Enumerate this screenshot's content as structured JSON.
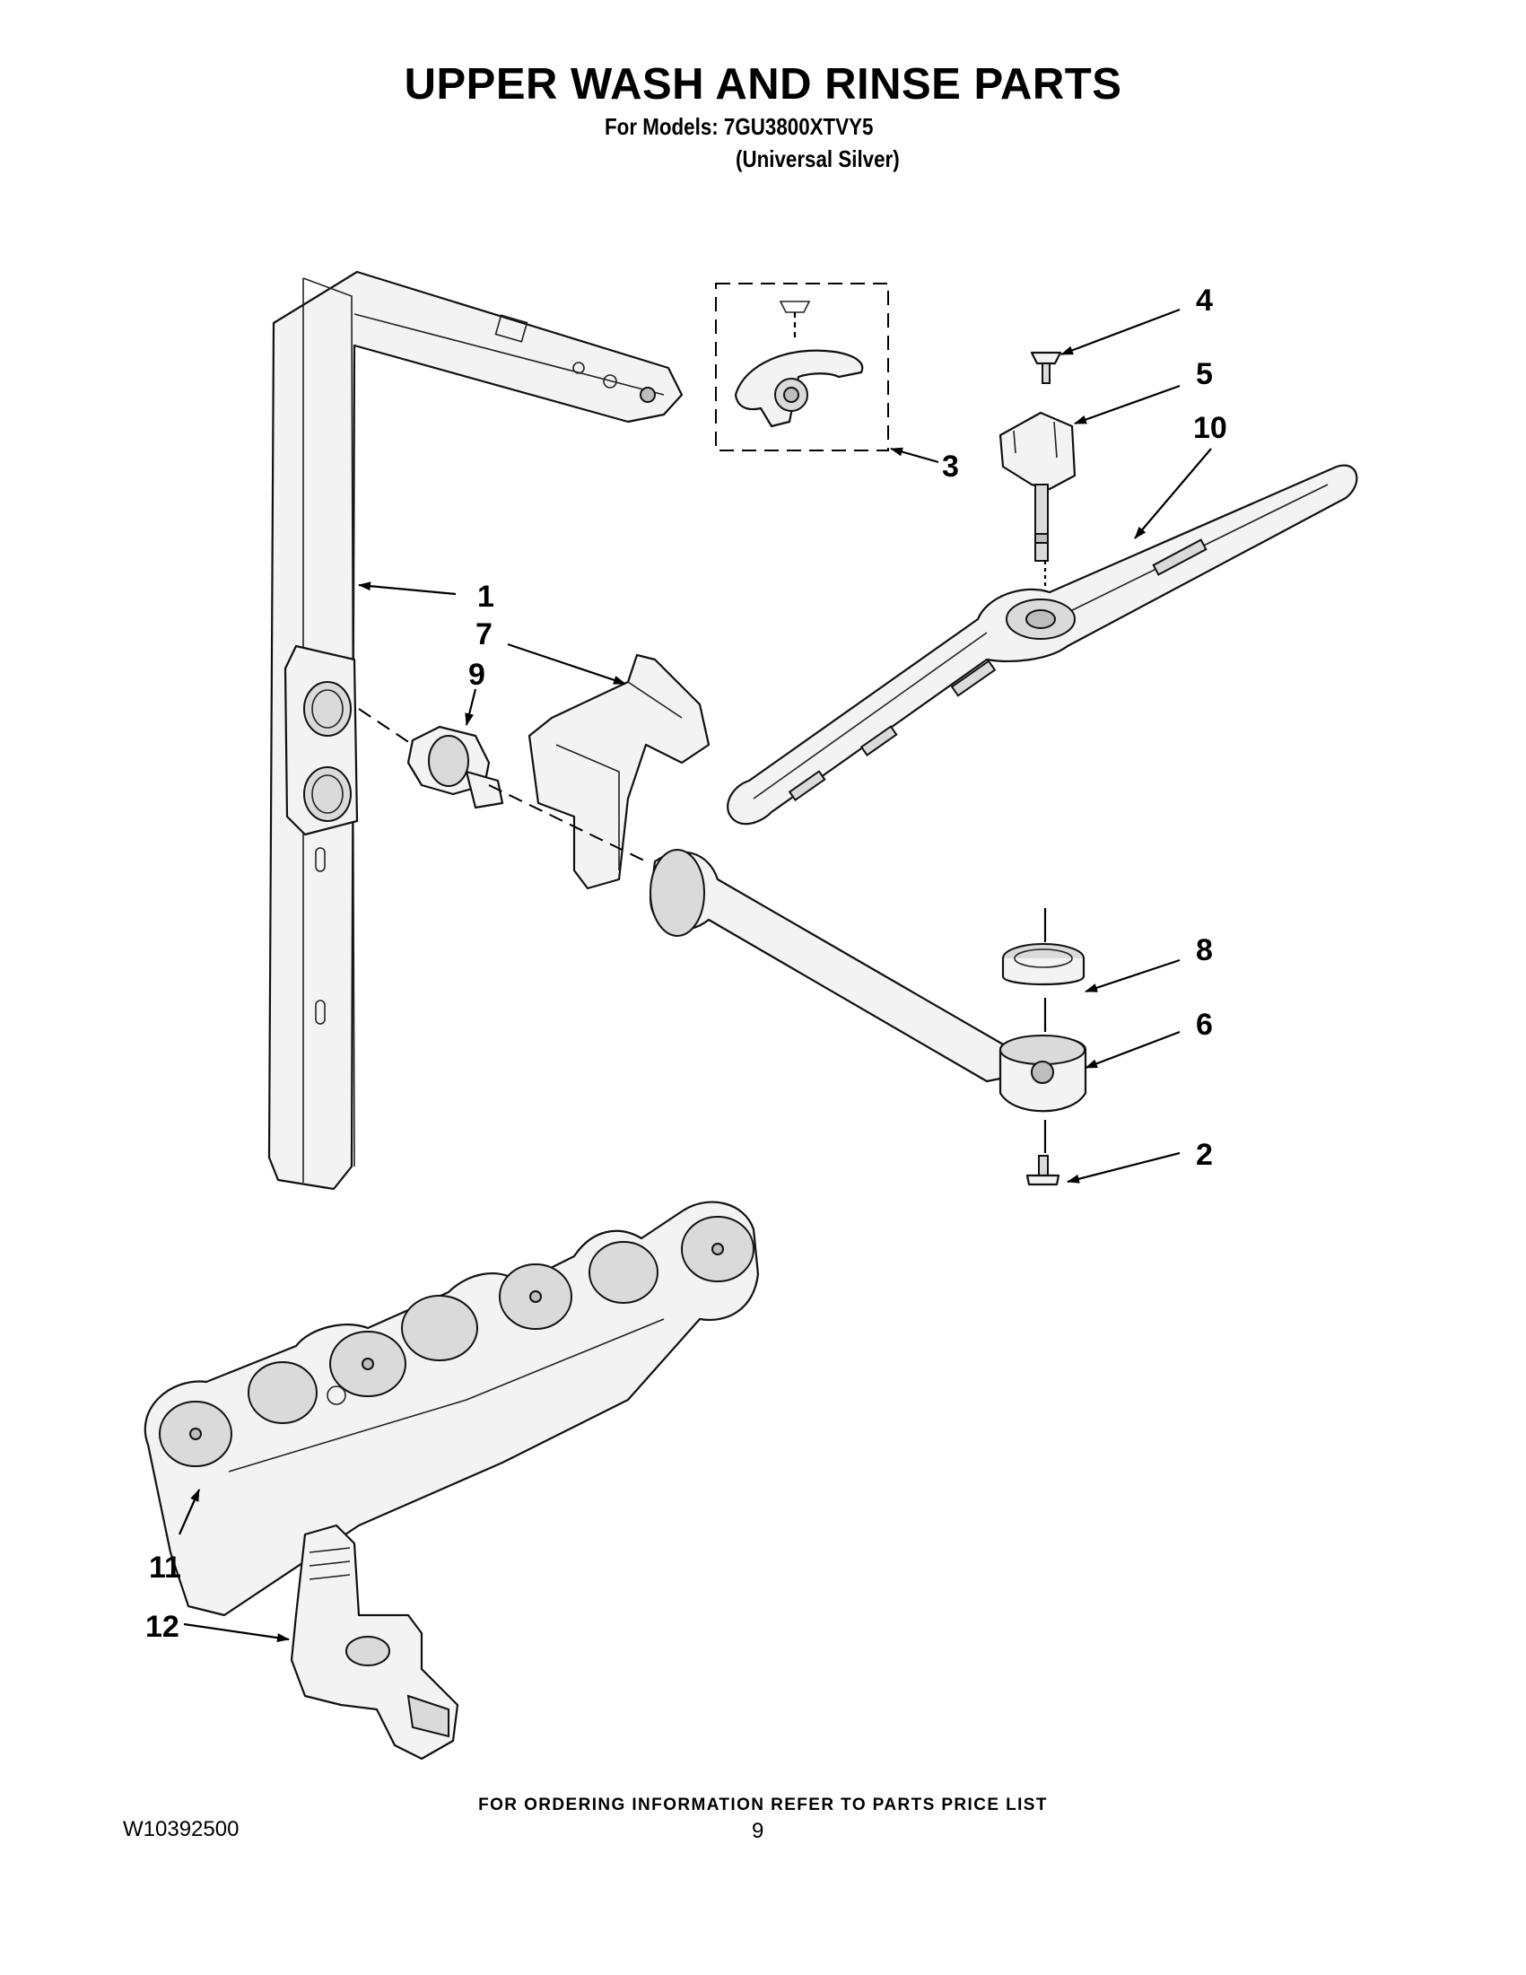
{
  "header": {
    "title": "UPPER WASH AND RINSE PARTS",
    "models_line": "For Models: 7GU3800XTVY5",
    "finish_line": "(Universal Silver)"
  },
  "callouts": [
    "1",
    "2",
    "3",
    "4",
    "5",
    "6",
    "7",
    "8",
    "9",
    "10",
    "11",
    "12"
  ],
  "footer": {
    "ordering_note": "FOR ORDERING INFORMATION REFER TO PARTS PRICE LIST",
    "document_number": "W10392500",
    "page_number": "9"
  }
}
